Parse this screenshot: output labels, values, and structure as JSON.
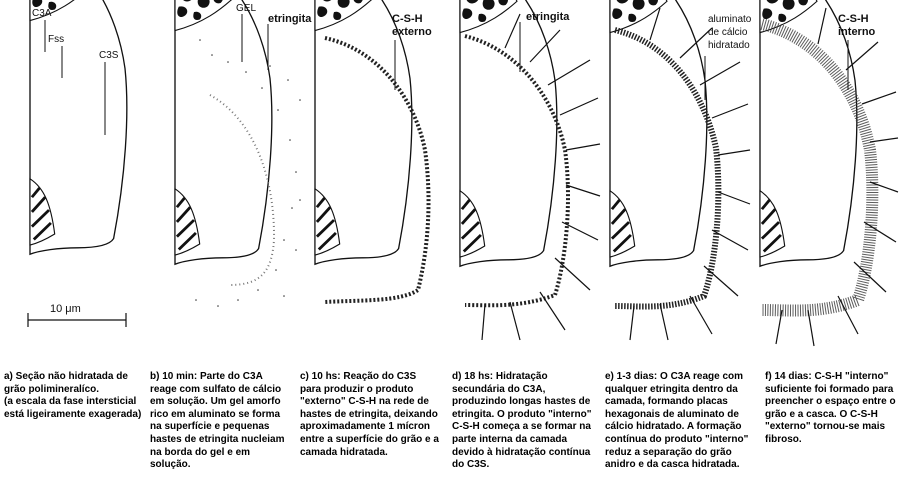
{
  "panels": [
    {
      "id": "a",
      "labels": [
        "C3A",
        "Fss",
        "C3S"
      ],
      "caption_strong": "a) Seção não hidratada de grão polimineralíco.",
      "caption_rest": "(a escala da fase intersticial está ligeiramente exagerada)"
    },
    {
      "id": "b",
      "labels": [
        "GEL",
        "etringita"
      ],
      "caption_strong": "b) 10 min: Parte do C3A reage com sulfato de cálcio em solução. Um gel amorfo rico em aluminato se forma na superfície e pequenas hastes de etringita nucleiam na borda do gel e em solução.",
      "caption_rest": ""
    },
    {
      "id": "c",
      "labels": [
        "C-S-H",
        "externo"
      ],
      "caption_strong": "c) 10 hs: Reação do C3S para produzir o produto \"externo\" C-S-H na rede de hastes de etringita, deixando aproximadamente 1 mícron entre a superfície do grão e a camada hidratada.",
      "caption_rest": ""
    },
    {
      "id": "d",
      "labels": [
        "etringita"
      ],
      "caption_strong": "d) 18 hs: Hidratação secundária do C3A, produzindo longas hastes de etringita. O produto \"interno\" C-S-H começa a se formar na parte interna da camada devido à hidratação contínua do C3S.",
      "caption_rest": ""
    },
    {
      "id": "e",
      "labels": [
        "aluminato",
        "de cálcio",
        "hidratado"
      ],
      "caption_strong": "e) 1-3 dias: O C3A reage com qualquer etringita dentro da camada, formando placas hexagonais de aluminato de cálcio hidratado. A formação contínua do produto \"interno\" reduz a separação do grão anidro e da casca hidratada.",
      "caption_rest": ""
    },
    {
      "id": "f",
      "labels": [
        "C-S-H",
        "interno"
      ],
      "caption_strong": "f) 14 dias: C-S-H \"interno\" suficiente foi formado para preencher o espaço entre o grão e a casca. O C-S-H \"externo\" tornou-se mais fibroso.",
      "caption_rest": ""
    }
  ],
  "scale_bar": {
    "label": "10 μm"
  }
}
